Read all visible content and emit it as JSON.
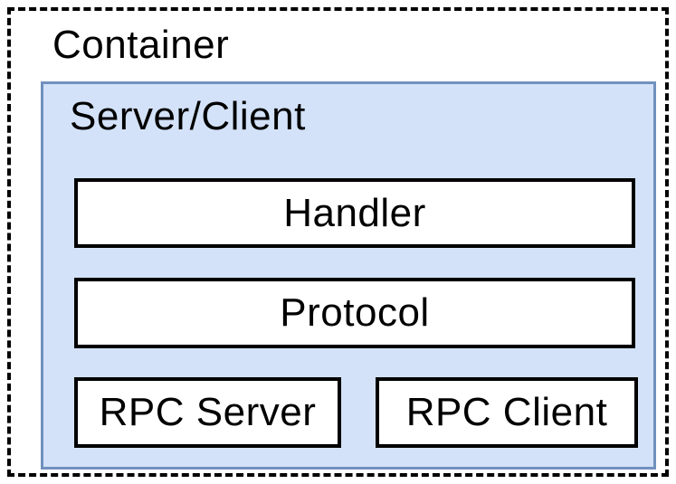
{
  "diagram": {
    "container": {
      "label": "Container"
    },
    "group": {
      "label": "Server/Client"
    },
    "nodes": [
      {
        "id": "handler",
        "label": "Handler"
      },
      {
        "id": "protocol",
        "label": "Protocol"
      },
      {
        "id": "rpc-server",
        "label": "RPC Server"
      },
      {
        "id": "rpc-client",
        "label": "RPC Client"
      }
    ],
    "colors": {
      "background": "#ffffff",
      "container_border": "#000000",
      "group_fill": "#d3e2f8",
      "group_border": "#7191bf",
      "node_fill": "#ffffff",
      "node_border": "#000000",
      "text": "#000000"
    }
  }
}
